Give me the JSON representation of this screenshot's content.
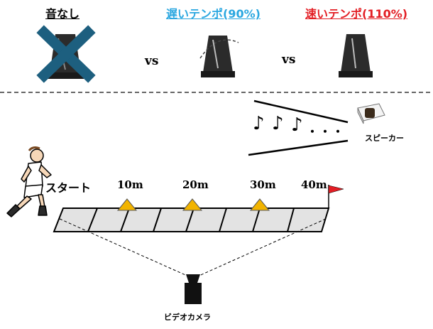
{
  "conditions": [
    {
      "label": "音なし",
      "color": "#000000"
    },
    {
      "label": "遅いテンポ(90%)",
      "color": "#2aa7e0"
    },
    {
      "label": "速いテンポ(110%)",
      "color": "#e31e24"
    }
  ],
  "vs_labels": [
    "vs",
    "vs"
  ],
  "notes": [
    "♪",
    "♪",
    "♪",
    "・",
    "・",
    "・"
  ],
  "speaker_label": "スピーカー",
  "start_label": "スタート",
  "distance_labels": [
    "10m",
    "20m",
    "30m",
    "40m"
  ],
  "camera_label": "ビデオカメラ",
  "colors": {
    "cross": "#1d5f7f",
    "flag": "#e31e24",
    "marker": "#f2b400",
    "track": "#e3e3e3"
  }
}
